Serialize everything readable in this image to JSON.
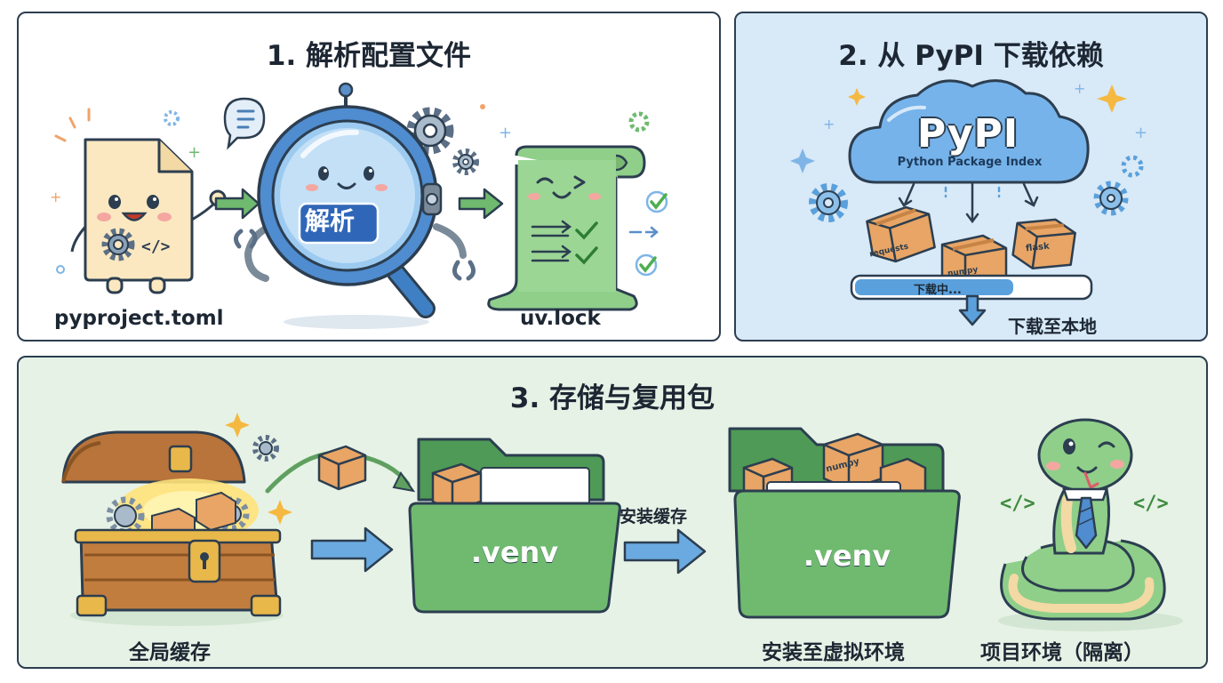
{
  "panel1": {
    "title": "1. 解析配置文件",
    "file_label": "pyproject.toml",
    "file_code": "</>",
    "parser_badge": "解析",
    "lock_label": "uv.lock"
  },
  "panel2": {
    "title": "2. 从 PyPI 下载依赖",
    "cloud_title": "PyPI",
    "cloud_subtitle": "Python Package Index",
    "packages": [
      "requests",
      "numpy",
      "flask"
    ],
    "progress_text": "下载中...",
    "progress": 0.68,
    "download_label": "下载至本地"
  },
  "panel3": {
    "title": "3. 存储与复用包",
    "cache_label": "全局缓存",
    "venv_name": ".venv",
    "install_arrow_label": "安装缓存",
    "venv_package": "numpy",
    "venv_label": "安装至虚拟环境",
    "code_icon": "</>",
    "project_label": "项目环境（隔离）"
  },
  "colors": {
    "outline": "#2c3e50",
    "green": "#6fba6f",
    "blue": "#5aa0dc",
    "panel2_bg": "#d8e9f7",
    "panel3_bg": "#e6f2e6"
  }
}
